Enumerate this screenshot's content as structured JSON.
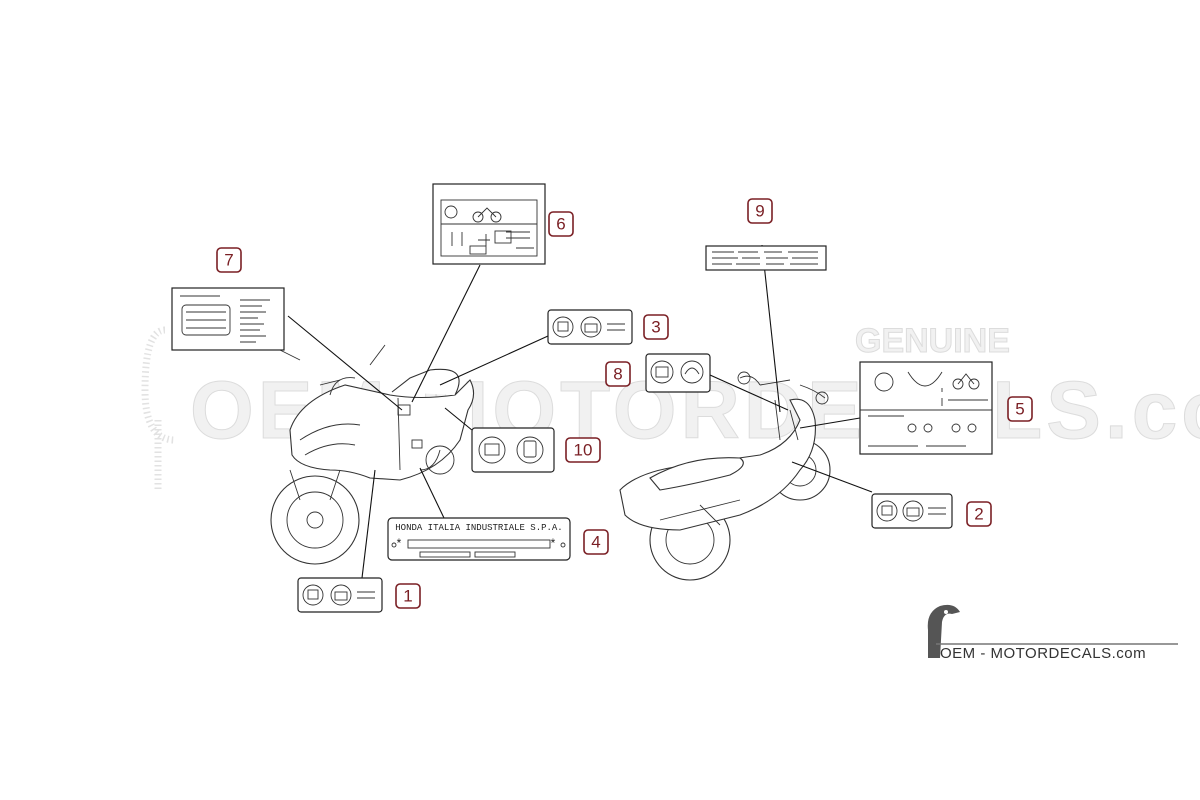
{
  "watermark": {
    "text": "OEM-MOTORDECALS.com",
    "badge": "GENUINE"
  },
  "brand": {
    "name": "OEM - MOTORDECALS.com",
    "color": "#333333"
  },
  "accent_color": "#7a1f24",
  "plate_4": {
    "line1": "HONDA ITALIA INDUSTRIALE S.P.A.",
    "star": "*"
  },
  "callouts": [
    {
      "id": "1",
      "label": "1"
    },
    {
      "id": "2",
      "label": "2"
    },
    {
      "id": "3",
      "label": "3"
    },
    {
      "id": "4",
      "label": "4"
    },
    {
      "id": "5",
      "label": "5"
    },
    {
      "id": "6",
      "label": "6"
    },
    {
      "id": "7",
      "label": "7"
    },
    {
      "id": "8",
      "label": "8"
    },
    {
      "id": "9",
      "label": "9"
    },
    {
      "id": "10",
      "label": "10"
    }
  ]
}
